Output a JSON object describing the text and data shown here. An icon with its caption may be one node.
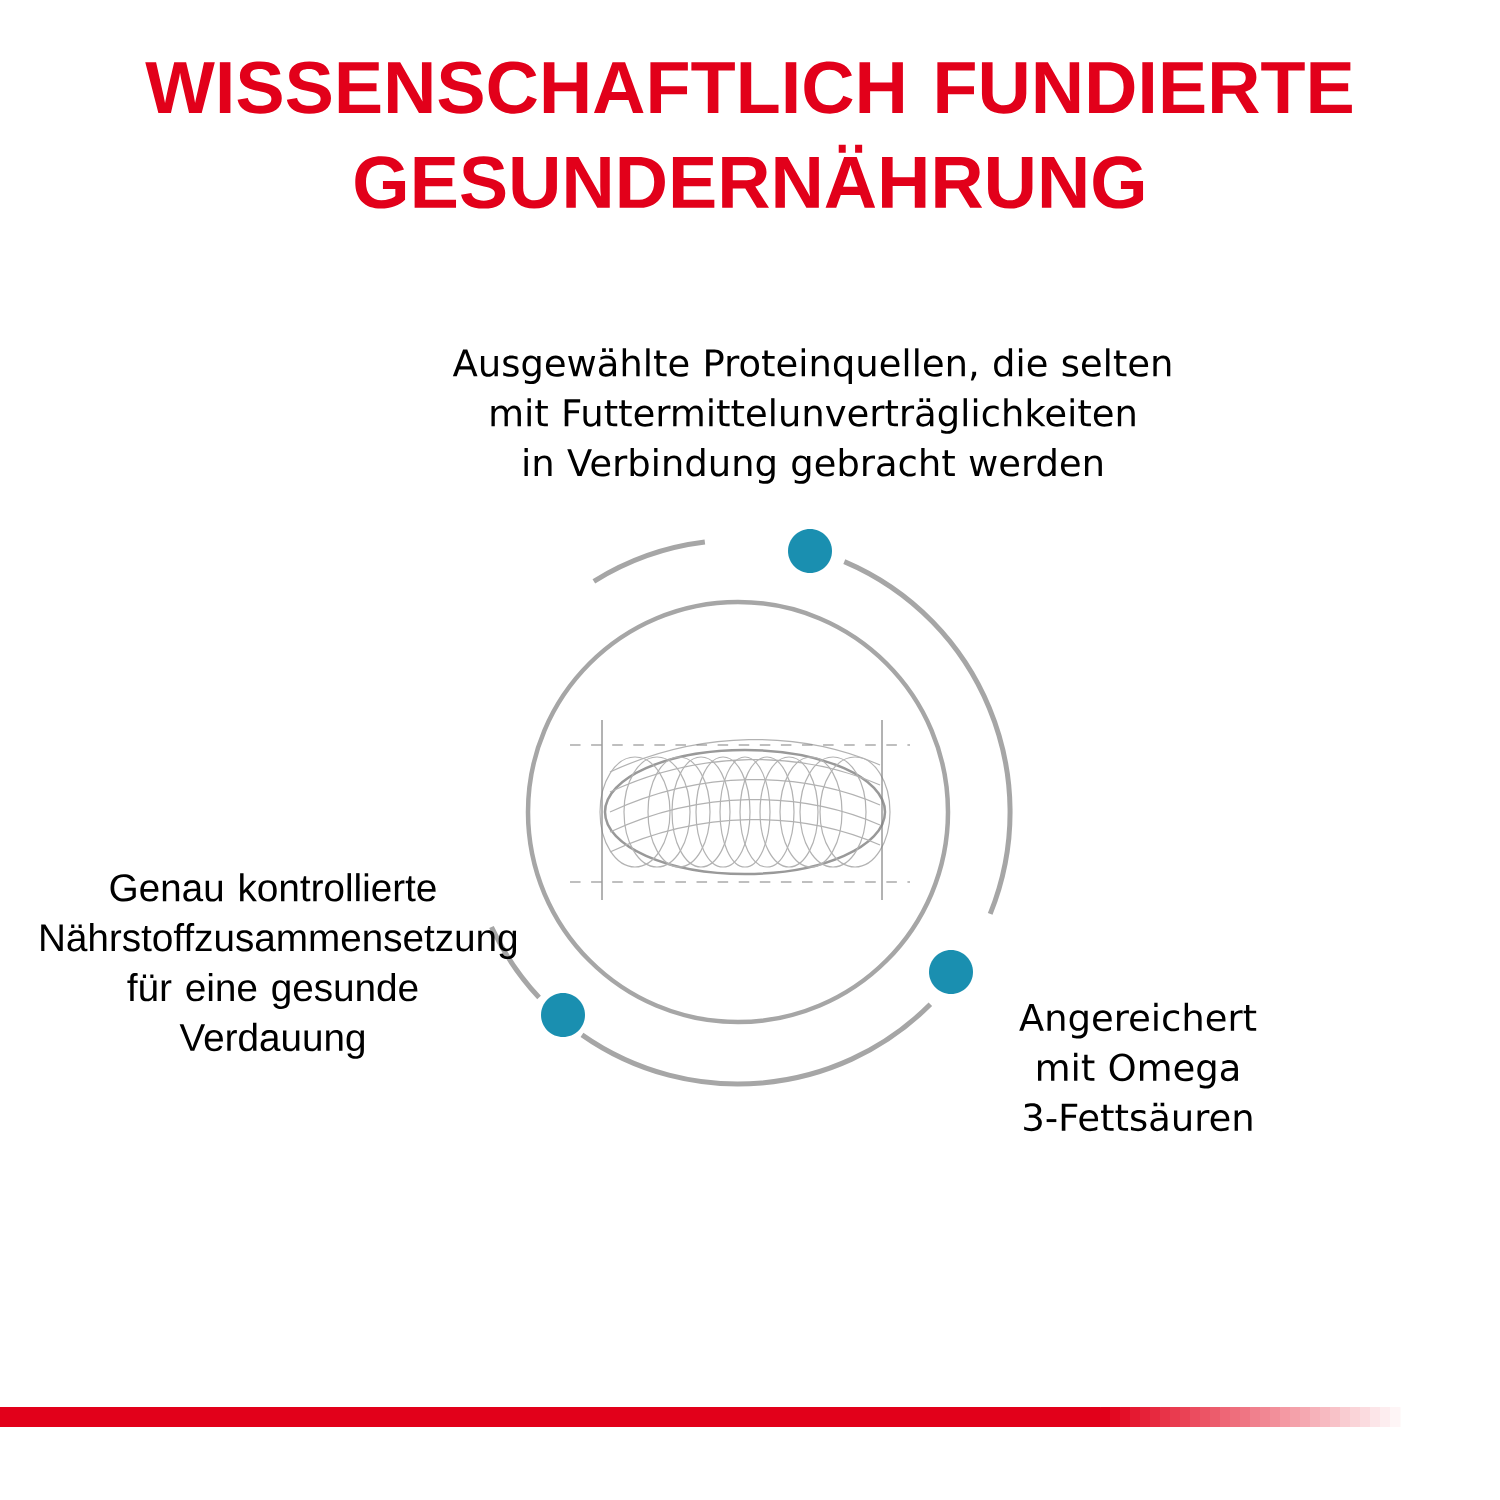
{
  "diagram": {
    "title": "WISSENSCHAFTLICH FUNDIERTE GESUNDERNÄHRUNG",
    "nodes": [
      {
        "text": [
          "Ausgewählte Proteinquellen, die selten mit Futtermittelunverträglichkeiten in Verbindung gebracht werden"
        ]
      },
      {
        "text": [
          "Genau kontrollierte Nährstoffzusammensetzung für eine gesunde Verdauung"
        ]
      },
      {
        "text": [
          "Angereichert mit Omega 3-Fettsäuren"
        ]
      }
    ]
  }
}
